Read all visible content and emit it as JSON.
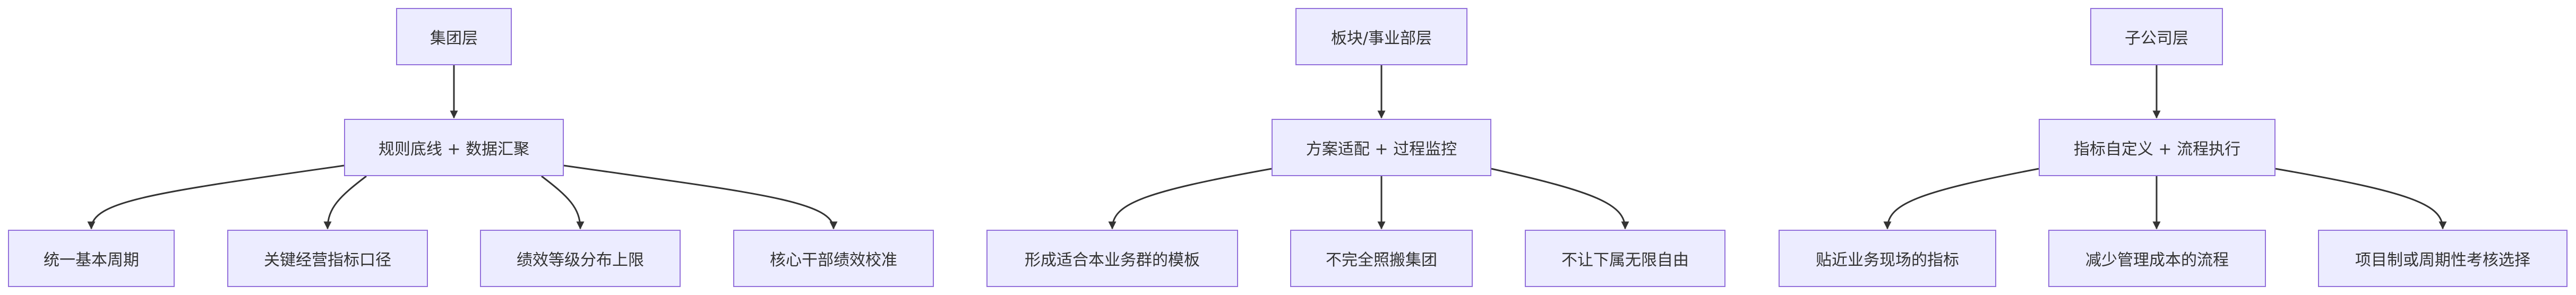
{
  "groups": [
    {
      "top": "集团层",
      "mid": "规则底线 + 数据汇聚",
      "leaves": [
        "统一基本周期",
        "关键经营指标口径",
        "绩效等级分布上限",
        "核心干部绩效校准"
      ]
    },
    {
      "top": "板块/事业部层",
      "mid": "方案适配 + 过程监控",
      "leaves": [
        "形成适合本业务群的模板",
        "不完全照搬集团",
        "不让下属无限自由"
      ]
    },
    {
      "top": "子公司层",
      "mid": "指标自定义 + 流程执行",
      "leaves": [
        "贴近业务现场的指标",
        "减少管理成本的流程",
        "项目制或周期性考核选择"
      ]
    }
  ],
  "colors": {
    "node_fill": "#ECECFF",
    "node_border": "#9370DB",
    "edge": "#333333",
    "text": "#333333"
  }
}
